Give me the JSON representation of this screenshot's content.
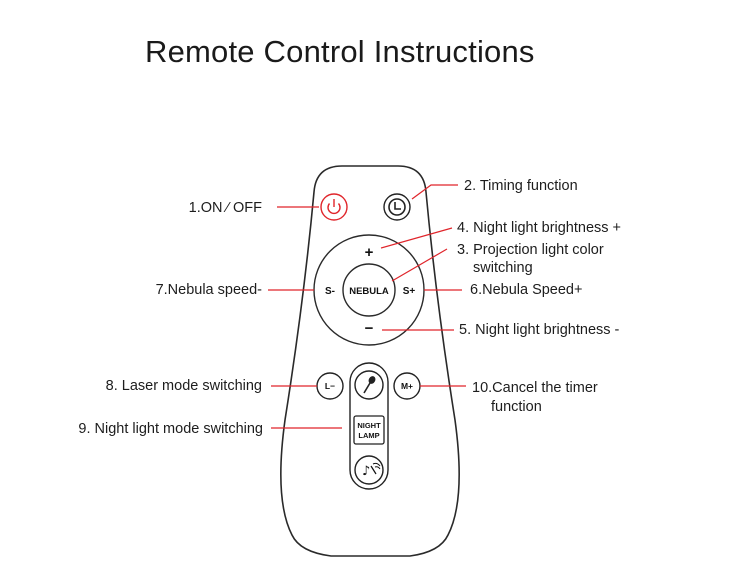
{
  "title": "Remote Control Instructions",
  "accent_color": "#e0252b",
  "remote": {
    "nebula_label": "NEBULA",
    "s_minus": "S-",
    "s_plus": "S+",
    "plus": "+",
    "minus": "−",
    "l_minus": "L−",
    "m_plus": "M+",
    "night_lamp_line1": "NIGHT",
    "night_lamp_line2": "LAMP"
  },
  "labels": {
    "on_off": "1.ON  ⁄ OFF",
    "timing": "2. Timing function",
    "night_plus": "4. Night light brightness +",
    "projection_1": "3. Projection light color",
    "projection_2": "switching",
    "nebula_minus": "7.Nebula speed-",
    "nebula_plus": "6.Nebula Speed+",
    "night_minus": "5. Night light brightness -",
    "laser": "8. Laser mode switching",
    "cancel_1": "10.Cancel the timer",
    "cancel_2": "function",
    "night_mode": "9. Night light mode switching"
  }
}
